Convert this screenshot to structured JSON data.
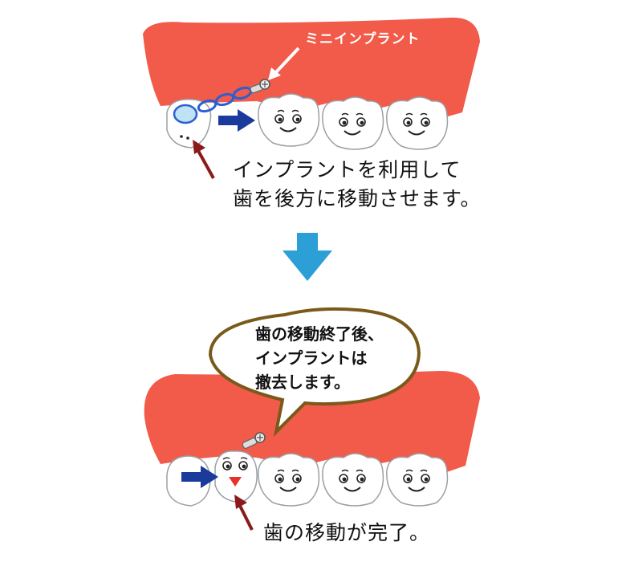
{
  "labels": {
    "mini_implant": "ミニインプラント",
    "step1_line1": "インプラントを利用して",
    "step1_line2": "歯を後方に移動させます。",
    "bubble_line1": "歯の移動終了後、",
    "bubble_line2": "インプラントは",
    "bubble_line3": "撤去します。",
    "step2_caption": "歯の移動が完了。"
  },
  "colors": {
    "gum": "#f25a4a",
    "tooth_outline": "#9aa0a6",
    "move_arrow": "#1a3a9c",
    "pointer_arrow": "#8b1a1a",
    "transition_arrow": "#2b9fd6",
    "bubble_border": "#7a5a1a",
    "implant_chain": "#2c5fd0"
  },
  "icons": {
    "transition": "down-arrow-icon",
    "move": "right-arrow-icon",
    "pointer": "pointer-arrow-icon"
  }
}
